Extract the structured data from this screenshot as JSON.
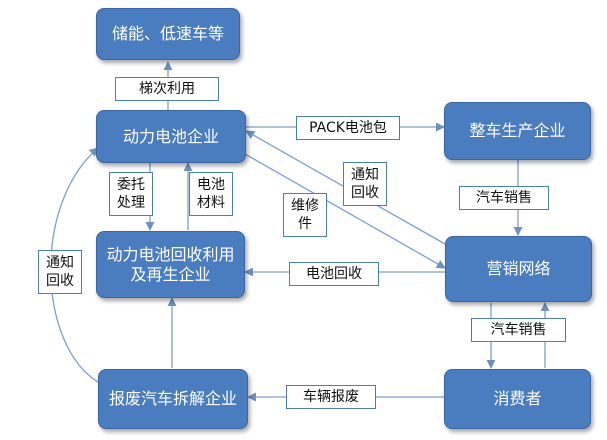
{
  "diagram": {
    "nodes": {
      "energy_storage": "储能、低速车等",
      "battery_company": "动力电池企业",
      "recycling_company": "动力电池回收利用及再生企业",
      "dismantling_company": "报废汽车拆解企业",
      "vehicle_maker": "整车生产企业",
      "sales_network": "营销网络",
      "consumer": "消费者"
    },
    "labels": {
      "cascade_use": "梯次利用",
      "pack": "PACK电池包",
      "entrusted": "委托\n处理",
      "materials": "电池\n材料",
      "notify_recycle_mid": "通知\n回收",
      "repair": "维修\n件",
      "notify_recycle_left": "通知\n回收",
      "car_sales_top": "汽车销售",
      "car_sales_bottom": "汽车销售",
      "battery_recycle": "电池回收",
      "scrap": "车辆报废"
    }
  }
}
